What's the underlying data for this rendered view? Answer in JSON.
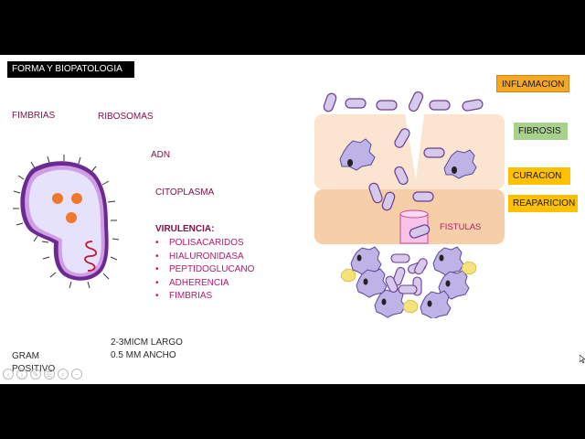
{
  "slide": {
    "title": "FORMA Y BIOPATOLOGIA",
    "bacterium_labels": {
      "fimbrias": "FIMBRIAS",
      "ribosomas": "RIBOSOMAS",
      "adn": "ADN",
      "citoplasma": "CITOPLASMA"
    },
    "virulencia": {
      "heading": "VIRULENCIA:",
      "items": [
        "POLISACARIDOS",
        "HIALURONIDASA",
        "PEPTIDOGLUCANO",
        "ADHERENCIA",
        "FIMBRIAS"
      ]
    },
    "size": {
      "length": "2-3MICM LARGO",
      "width": "0.5 MM ANCHO"
    },
    "gram": {
      "line1": "GRAM",
      "line2": "POSITIVO"
    },
    "tissue_label": "FISTULAS",
    "stages": [
      {
        "label": "INFLAMACION",
        "color": "#f5a623"
      },
      {
        "label": "FIBROSIS",
        "color": "#a9d18e"
      },
      {
        "label": "CURACION",
        "color": "#ffc000"
      },
      {
        "label": "REAPARICION",
        "color": "#ffc000"
      }
    ],
    "colors": {
      "cell_fill": "#d7c9ec",
      "cell_stroke": "#6a3d8f",
      "tissue_upper": "#fbe5d0",
      "tissue_lower": "#f6cfa9",
      "orange_dot": "#f0782a",
      "pink_column": "#f7c3e8"
    }
  },
  "player": {
    "controls": [
      "back-icon",
      "forward-icon",
      "edit-icon",
      "menu-icon",
      "zoom-icon",
      "minus-icon"
    ]
  }
}
